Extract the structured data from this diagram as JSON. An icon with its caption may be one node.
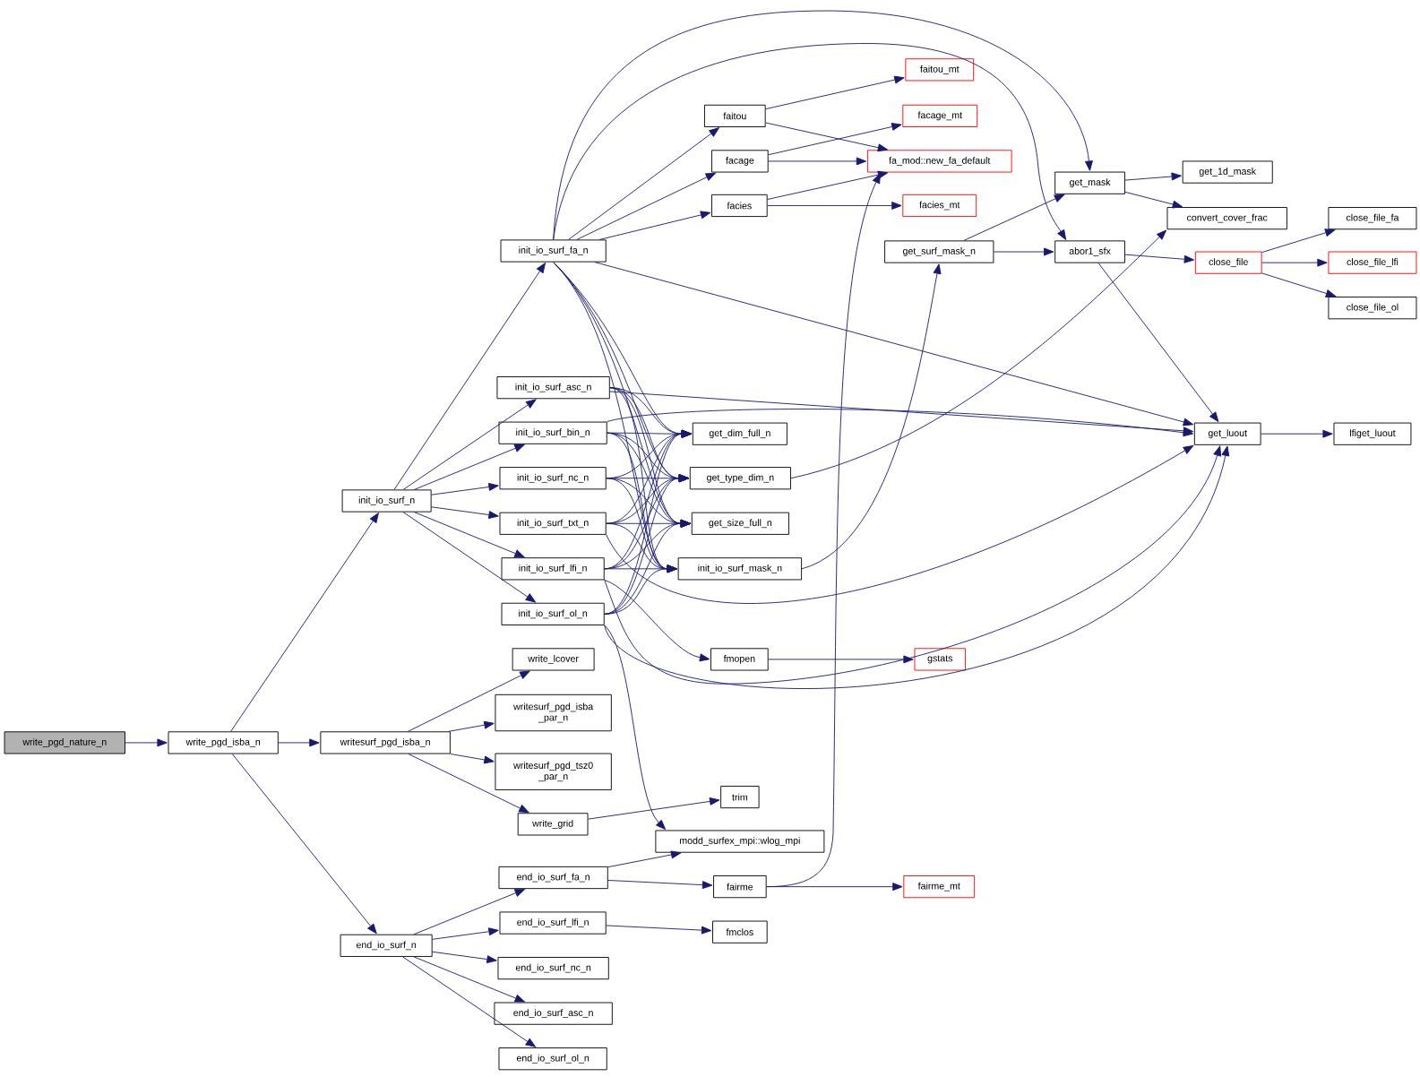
{
  "diagram": {
    "nodes": [
      {
        "text": [
          "write_pgd_nature_n"
        ]
      },
      {
        "text": [
          "write_pgd_isba_n"
        ]
      },
      {
        "text": [
          "init_io_surf_n"
        ]
      },
      {
        "text": [
          "writesurf_pgd_isba_n"
        ]
      },
      {
        "text": [
          "end_io_surf_n"
        ]
      },
      {
        "text": [
          "init_io_surf_fa_n"
        ]
      },
      {
        "text": [
          "init_io_surf_asc_n"
        ]
      },
      {
        "text": [
          "init_io_surf_bin_n"
        ]
      },
      {
        "text": [
          "init_io_surf_nc_n"
        ]
      },
      {
        "text": [
          "init_io_surf_txt_n"
        ]
      },
      {
        "text": [
          "init_io_surf_lfi_n"
        ]
      },
      {
        "text": [
          "init_io_surf_ol_n"
        ]
      },
      {
        "text": [
          "write_lcover"
        ]
      },
      {
        "text": [
          "writesurf_pgd_isba _par_n"
        ]
      },
      {
        "text": [
          "writesurf_pgd_tsz0 _par_n"
        ]
      },
      {
        "text": [
          "write_grid"
        ]
      },
      {
        "text": [
          "end_io_surf_fa_n"
        ]
      },
      {
        "text": [
          "end_io_surf_lfi_n"
        ]
      },
      {
        "text": [
          "end_io_surf_nc_n"
        ]
      },
      {
        "text": [
          "end_io_surf_asc_n"
        ]
      },
      {
        "text": [
          "end_io_surf_ol_n"
        ]
      },
      {
        "text": [
          "faitou"
        ]
      },
      {
        "text": [
          "facage"
        ]
      },
      {
        "text": [
          "facies"
        ]
      },
      {
        "text": [
          "faitou_mt"
        ]
      },
      {
        "text": [
          "facage_mt"
        ]
      },
      {
        "text": [
          "fa_mod::new_fa_default"
        ]
      },
      {
        "text": [
          "facies_mt"
        ]
      },
      {
        "text": [
          "get_dim_full_n"
        ]
      },
      {
        "text": [
          "get_type_dim_n"
        ]
      },
      {
        "text": [
          "get_size_full_n"
        ]
      },
      {
        "text": [
          "init_io_surf_mask_n"
        ]
      },
      {
        "text": [
          "fmopen"
        ]
      },
      {
        "text": [
          "gstats"
        ]
      },
      {
        "text": [
          "trim"
        ]
      },
      {
        "text": [
          "modd_surfex_mpi::wlog_mpi"
        ]
      },
      {
        "text": [
          "fairme"
        ]
      },
      {
        "text": [
          "fairme_mt"
        ]
      },
      {
        "text": [
          "fmclos"
        ]
      },
      {
        "text": [
          "get_mask"
        ]
      },
      {
        "text": [
          "get_surf_mask_n"
        ]
      },
      {
        "text": [
          "abor1_sfx"
        ]
      },
      {
        "text": [
          "get_1d_mask"
        ]
      },
      {
        "text": [
          "convert_cover_frac"
        ]
      },
      {
        "text": [
          "close_file"
        ]
      },
      {
        "text": [
          "close_file_fa"
        ]
      },
      {
        "text": [
          "close_file_lfi"
        ]
      },
      {
        "text": [
          "close_file_ol"
        ]
      },
      {
        "text": [
          "get_luout"
        ]
      },
      {
        "text": [
          "lfiget_luout"
        ]
      }
    ],
    "edges": [
      {
        "from": 0,
        "to": 1,
        "arrow": "to"
      },
      {
        "from": 1,
        "to": 2,
        "arrow": "to"
      },
      {
        "from": 1,
        "to": 3,
        "arrow": "to"
      },
      {
        "from": 1,
        "to": 4,
        "arrow": "to"
      },
      {
        "from": 2,
        "to": 5,
        "arrow": "to"
      },
      {
        "from": 2,
        "to": 6,
        "arrow": "to"
      },
      {
        "from": 2,
        "to": 7,
        "arrow": "to"
      },
      {
        "from": 2,
        "to": 8,
        "arrow": "to"
      },
      {
        "from": 2,
        "to": 9,
        "arrow": "to"
      },
      {
        "from": 2,
        "to": 10,
        "arrow": "to"
      },
      {
        "from": 2,
        "to": 11,
        "arrow": "to"
      },
      {
        "from": 5,
        "to": 21,
        "arrow": "to"
      },
      {
        "from": 5,
        "to": 22,
        "arrow": "to"
      },
      {
        "from": 5,
        "to": 23,
        "arrow": "to"
      },
      {
        "from": 5,
        "to": 39,
        "arrow": "to"
      },
      {
        "from": 5,
        "to": 41,
        "arrow": "to"
      },
      {
        "from": 5,
        "to": 48,
        "arrow": "to"
      },
      {
        "from": 5,
        "to": 28,
        "arrow": "to"
      },
      {
        "from": 5,
        "to": 29,
        "arrow": "to"
      },
      {
        "from": 5,
        "to": 30,
        "arrow": "to"
      },
      {
        "from": 5,
        "to": 31,
        "arrow": "to"
      },
      {
        "from": 6,
        "to": 48,
        "arrow": "to"
      },
      {
        "from": 6,
        "to": 28,
        "arrow": "to"
      },
      {
        "from": 6,
        "to": 29,
        "arrow": "to"
      },
      {
        "from": 6,
        "to": 30,
        "arrow": "to"
      },
      {
        "from": 6,
        "to": 31,
        "arrow": "to"
      },
      {
        "from": 7,
        "to": 48,
        "arrow": "to"
      },
      {
        "from": 7,
        "to": 28,
        "arrow": "to"
      },
      {
        "from": 7,
        "to": 29,
        "arrow": "to"
      },
      {
        "from": 7,
        "to": 30,
        "arrow": "to"
      },
      {
        "from": 7,
        "to": 31,
        "arrow": "to"
      },
      {
        "from": 8,
        "to": 28,
        "arrow": "to"
      },
      {
        "from": 8,
        "to": 29,
        "arrow": "to"
      },
      {
        "from": 8,
        "to": 30,
        "arrow": "to"
      },
      {
        "from": 8,
        "to": 31,
        "arrow": "to"
      },
      {
        "from": 9,
        "to": 28,
        "arrow": "to"
      },
      {
        "from": 9,
        "to": 29,
        "arrow": "to"
      },
      {
        "from": 9,
        "to": 30,
        "arrow": "to"
      },
      {
        "from": 9,
        "to": 31,
        "arrow": "to"
      },
      {
        "from": 9,
        "to": 48,
        "arrow": "to"
      },
      {
        "from": 10,
        "to": 28,
        "arrow": "to"
      },
      {
        "from": 10,
        "to": 29,
        "arrow": "to"
      },
      {
        "from": 10,
        "to": 30,
        "arrow": "to"
      },
      {
        "from": 10,
        "to": 31,
        "arrow": "to"
      },
      {
        "from": 10,
        "to": 32,
        "arrow": "to"
      },
      {
        "from": 10,
        "to": 48,
        "arrow": "to"
      },
      {
        "from": 11,
        "to": 28,
        "arrow": "to"
      },
      {
        "from": 11,
        "to": 29,
        "arrow": "to"
      },
      {
        "from": 11,
        "to": 30,
        "arrow": "to"
      },
      {
        "from": 11,
        "to": 31,
        "arrow": "to"
      },
      {
        "from": 11,
        "to": 48,
        "arrow": "to"
      },
      {
        "from": 11,
        "to": 35,
        "arrow": "to"
      },
      {
        "from": 3,
        "to": 12,
        "arrow": "to"
      },
      {
        "from": 3,
        "to": 13,
        "arrow": "to"
      },
      {
        "from": 3,
        "to": 14,
        "arrow": "to"
      },
      {
        "from": 3,
        "to": 15,
        "arrow": "to"
      },
      {
        "from": 15,
        "to": 34,
        "arrow": "to"
      },
      {
        "from": 4,
        "to": 16,
        "arrow": "to"
      },
      {
        "from": 4,
        "to": 17,
        "arrow": "to"
      },
      {
        "from": 4,
        "to": 18,
        "arrow": "to"
      },
      {
        "from": 4,
        "to": 19,
        "arrow": "to"
      },
      {
        "from": 4,
        "to": 20,
        "arrow": "to"
      },
      {
        "from": 16,
        "to": 35,
        "arrow": "to"
      },
      {
        "from": 16,
        "to": 36,
        "arrow": "to"
      },
      {
        "from": 17,
        "to": 38,
        "arrow": "to"
      },
      {
        "from": 36,
        "to": 37,
        "arrow": "to"
      },
      {
        "from": 36,
        "to": 26,
        "arrow": "to"
      },
      {
        "from": 21,
        "to": 24,
        "arrow": "to"
      },
      {
        "from": 21,
        "to": 26,
        "arrow": "to"
      },
      {
        "from": 22,
        "to": 25,
        "arrow": "to"
      },
      {
        "from": 22,
        "to": 26,
        "arrow": "to"
      },
      {
        "from": 23,
        "to": 26,
        "arrow": "to"
      },
      {
        "from": 23,
        "to": 27,
        "arrow": "to"
      },
      {
        "from": 31,
        "to": 40,
        "arrow": "to"
      },
      {
        "from": 40,
        "to": 39,
        "arrow": "to"
      },
      {
        "from": 40,
        "to": 41,
        "arrow": "to"
      },
      {
        "from": 29,
        "to": 43,
        "arrow": "to"
      },
      {
        "from": 39,
        "to": 42,
        "arrow": "to"
      },
      {
        "from": 39,
        "to": 43,
        "arrow": "to"
      },
      {
        "from": 41,
        "to": 44,
        "arrow": "to"
      },
      {
        "from": 41,
        "to": 48,
        "arrow": "to"
      },
      {
        "from": 44,
        "to": 45,
        "arrow": "to"
      },
      {
        "from": 44,
        "to": 46,
        "arrow": "to"
      },
      {
        "from": 44,
        "to": 47,
        "arrow": "to"
      },
      {
        "from": 48,
        "to": 49,
        "arrow": "to"
      },
      {
        "from": 32,
        "to": 33,
        "arrow": "to"
      }
    ]
  }
}
